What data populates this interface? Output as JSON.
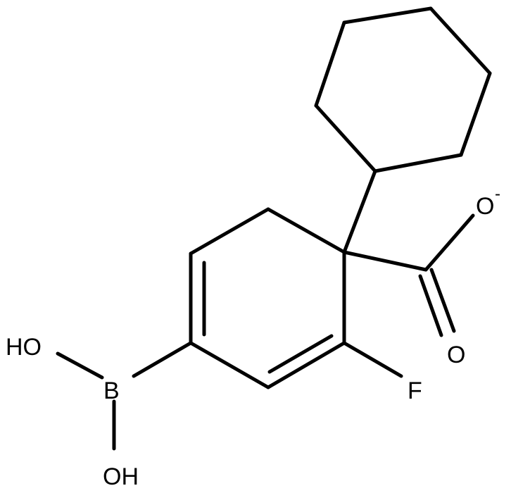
{
  "atoms": {
    "boron": "B",
    "hydroxyl_top": "HO",
    "hydroxyl_bottom": "OH",
    "fluorine": "F",
    "carbonyl_oxygen": "O",
    "oxide_oxygen": "O",
    "oxide_charge": "-"
  },
  "colors": {
    "bond": "#000000",
    "label": "#000000",
    "background": "#ffffff"
  }
}
